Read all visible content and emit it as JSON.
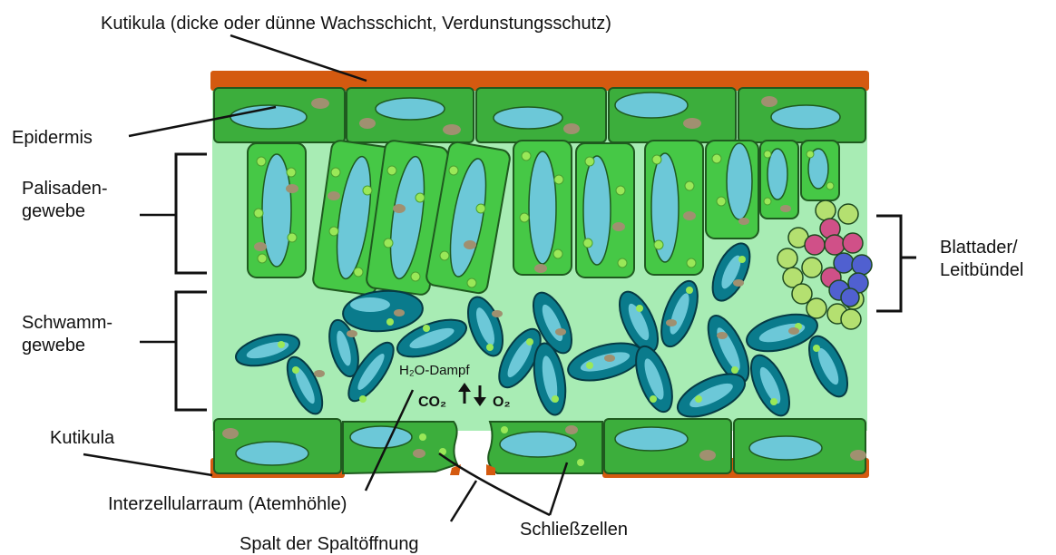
{
  "labels": {
    "cuticle_top": "Kutikula (dicke oder dünne Wachsschicht, Verdunstungsschutz)",
    "epidermis": "Epidermis",
    "palisade_line1": "Palisaden-",
    "palisade_line2": "gewebe",
    "spongy_line1": "Schwamm-",
    "spongy_line2": "gewebe",
    "cuticle_bottom": "Kutikula",
    "intercellular": "Interzellularraum (Atemhöhle)",
    "stoma_gap": "Spalt der Spaltöffnung",
    "guard_cells": "Schließzellen",
    "vein_line1": "Blattader/",
    "vein_line2": "Leitbündel",
    "vapor": "H₂O-Dampf",
    "co2": "CO₂",
    "o2": "O₂"
  },
  "colors": {
    "cuticle": "#d45a10",
    "epidermis": "#3cae3c",
    "mesophyll_bg": "#a8ecb4",
    "palisade": "#46c846",
    "vacuole": "#6cc8d8",
    "spongy": "#0a7b8c",
    "chloroplast": "#9ae858",
    "nucleus": "#a09070",
    "xylem": "#5060d0",
    "phloem": "#d05088"
  }
}
